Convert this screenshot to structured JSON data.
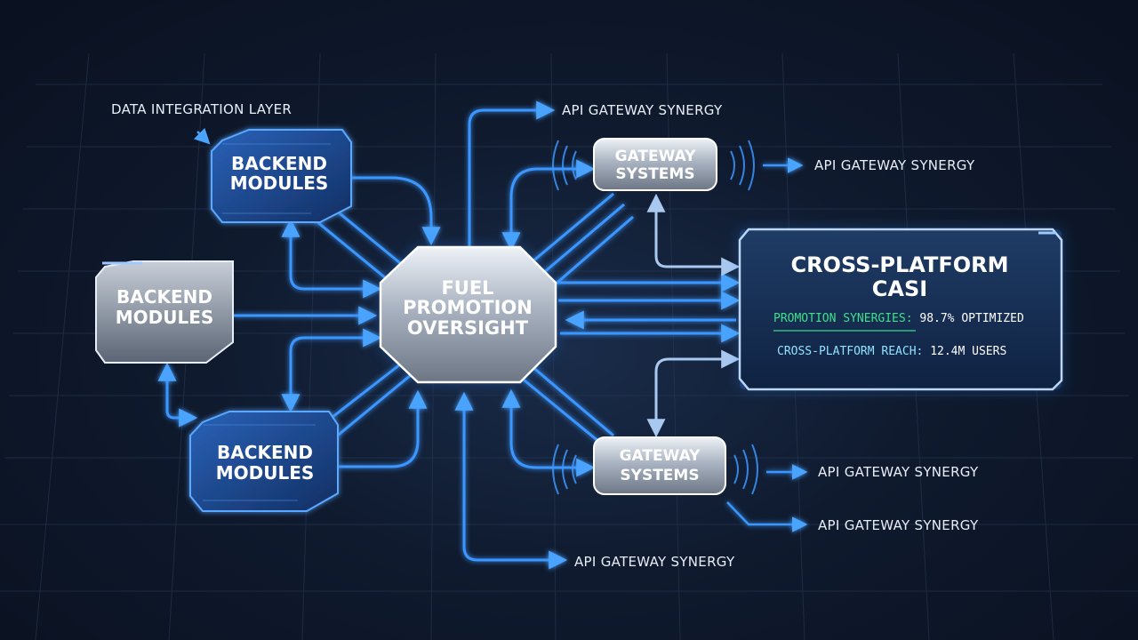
{
  "diagram": {
    "layer_label": "DATA INTEGRATION LAYER",
    "hub": {
      "line1": "FUEL",
      "line2": "PROMOTION",
      "line3": "OVERSIGHT"
    },
    "backend_modules": [
      {
        "line1": "BACKEND",
        "line2": "MODULES"
      },
      {
        "line1": "BACKEND",
        "line2": "MODULES"
      },
      {
        "line1": "BACKEND",
        "line2": "MODULES"
      }
    ],
    "gateways": [
      {
        "line1": "GATEWAY",
        "line2": "SYSTEMS"
      },
      {
        "line1": "GATEWAY",
        "line2": "SYSTEMS"
      }
    ],
    "synergy_labels": [
      "API GATEWAY SYNERGY",
      "API GATEWAY SYNERGY",
      "API GATEWAY SYNERGY",
      "API GATEWAY SYNERGY",
      "API GATEWAY SYNERGY"
    ],
    "panel": {
      "title_line1": "CROSS-PLATFORM",
      "title_line2": "CASI",
      "metric1_label": "PROMOTION SYNERGIES: ",
      "metric1_value": "98.7%",
      "metric1_suffix": " OPTIMIZED",
      "metric2_label": "CROSS-PLATFORM REACH: ",
      "metric2_value": "12.4M USERS"
    }
  },
  "colors": {
    "background": "#0b1424",
    "line_glow": "#2f8cff",
    "line_core": "#8cc8ff",
    "chip_blue": "#1e4f9a",
    "metal": "#c9d0db",
    "metric_green": "#3fe08a",
    "metric_cyan": "#8fe3ff"
  }
}
